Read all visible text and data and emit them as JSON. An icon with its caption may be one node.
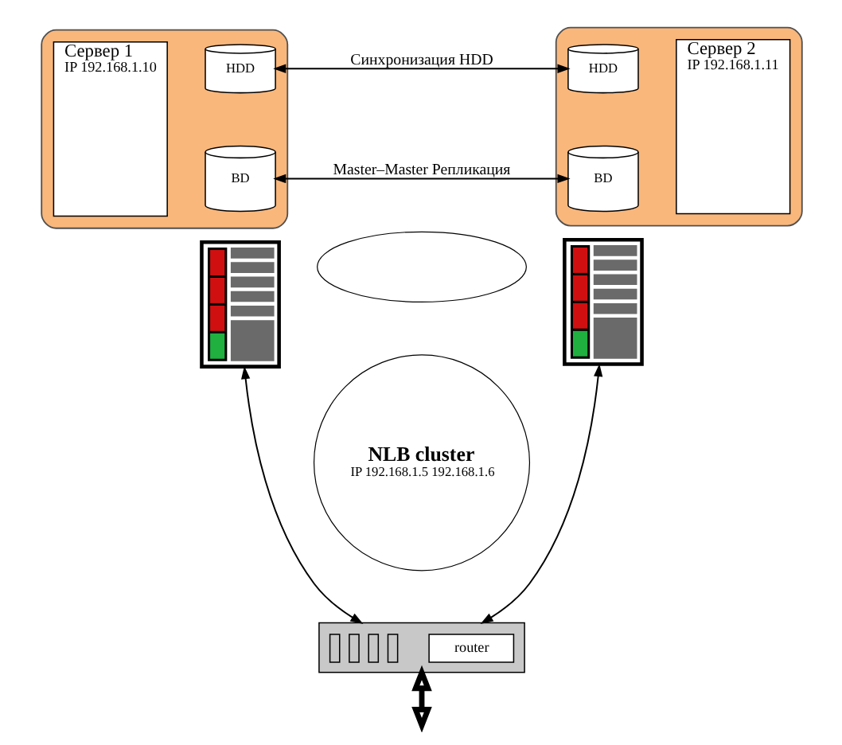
{
  "diagram": {
    "nodes": [
      {
        "text": [],
        "shape": "box"
      },
      {
        "text": [
          "Сервер 1",
          "IP 192.168.1.10"
        ],
        "in": 0
      },
      {
        "text": [
          "HDD"
        ],
        "in": 0
      },
      {
        "text": [
          "BD"
        ],
        "in": 0
      },
      {
        "text": [],
        "shape": "box"
      },
      {
        "text": [
          "HDD"
        ],
        "in": 4
      },
      {
        "text": [
          "BD"
        ],
        "in": 4
      },
      {
        "text": [
          "Сервер 2",
          "IP 192.168.1.11"
        ],
        "in": 4
      },
      {
        "text": [],
        "shape": "ellipse"
      },
      {
        "text": [],
        "shape": "picture"
      },
      {
        "text": [],
        "shape": "picture"
      },
      {
        "text": [
          "NLB cluster",
          "IP 192.168.1.5 192.168.1.6"
        ]
      },
      {
        "text": [
          "router"
        ]
      }
    ],
    "edges": [
      {
        "from": 2,
        "to": 5,
        "arrow": "both",
        "label": "Синхронизация HDD"
      },
      {
        "from": 3,
        "to": 6,
        "arrow": "both",
        "label": "Master–Master Репликация"
      },
      {
        "from": 9,
        "to": 12,
        "arrow": "both"
      },
      {
        "from": 10,
        "to": 12,
        "arrow": "both"
      },
      {
        "from": 12,
        "to": null,
        "arrow": "both",
        "style": "thick"
      }
    ]
  }
}
